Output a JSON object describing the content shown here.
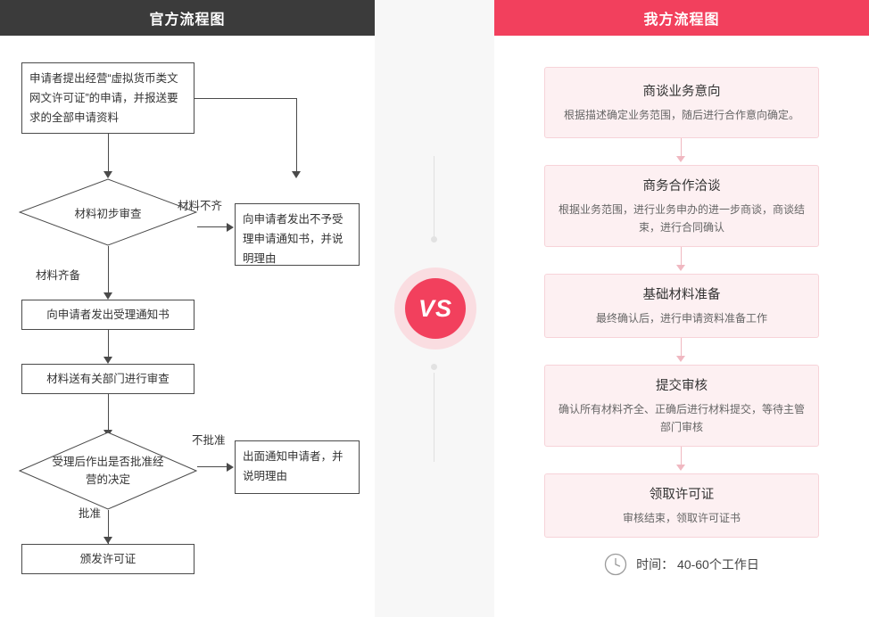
{
  "left": {
    "header": "官方流程图",
    "nodes": [
      {
        "id": "apply",
        "text": "申请者提出经营“虚拟货币类文网文许可证”的申请，并报送要求的全部申请资料"
      },
      {
        "id": "first-review",
        "text": "材料初步审查"
      },
      {
        "id": "reject-notice",
        "text": "向申请者发出不予受理申请通知书，并说明理由"
      },
      {
        "id": "accept-notice",
        "text": "向申请者发出受理通知书"
      },
      {
        "id": "dept-review",
        "text": "材料送有关部门进行审查"
      },
      {
        "id": "decision",
        "text": "受理后作出是否批准经营的决定"
      },
      {
        "id": "deny-notice",
        "text": "出面通知申请者，并说明理由"
      },
      {
        "id": "issue",
        "text": "颁发许可证"
      }
    ],
    "edge_labels": {
      "incomplete": "材料不齐",
      "complete": "材料齐备",
      "not_approved": "不批准",
      "approved": "批准"
    }
  },
  "middle": {
    "vs": "VS"
  },
  "right": {
    "header": "我方流程图",
    "steps": [
      {
        "title": "商谈业务意向",
        "desc": "根据描述确定业务范围，随后进行合作意向确定。"
      },
      {
        "title": "商务合作洽谈",
        "desc": "根据业务范围，进行业务申办的进一步商谈，商谈结束，进行合同确认"
      },
      {
        "title": "基础材料准备",
        "desc": "最终确认后，进行申请资料准备工作"
      },
      {
        "title": "提交审核",
        "desc": "确认所有材料齐全、正确后进行材料提交，等待主管部门审核"
      },
      {
        "title": "领取许可证",
        "desc": "审核结束，领取许可证书"
      }
    ],
    "time": {
      "icon": "clock-icon",
      "label": "时间： 40-60个工作日"
    }
  },
  "colors": {
    "left_header_bg": "#3b3b3b",
    "right_header_bg": "#f2405d",
    "step_bg": "#fdf0f2",
    "step_border": "#f7d3d9",
    "accent": "#f2405d"
  }
}
